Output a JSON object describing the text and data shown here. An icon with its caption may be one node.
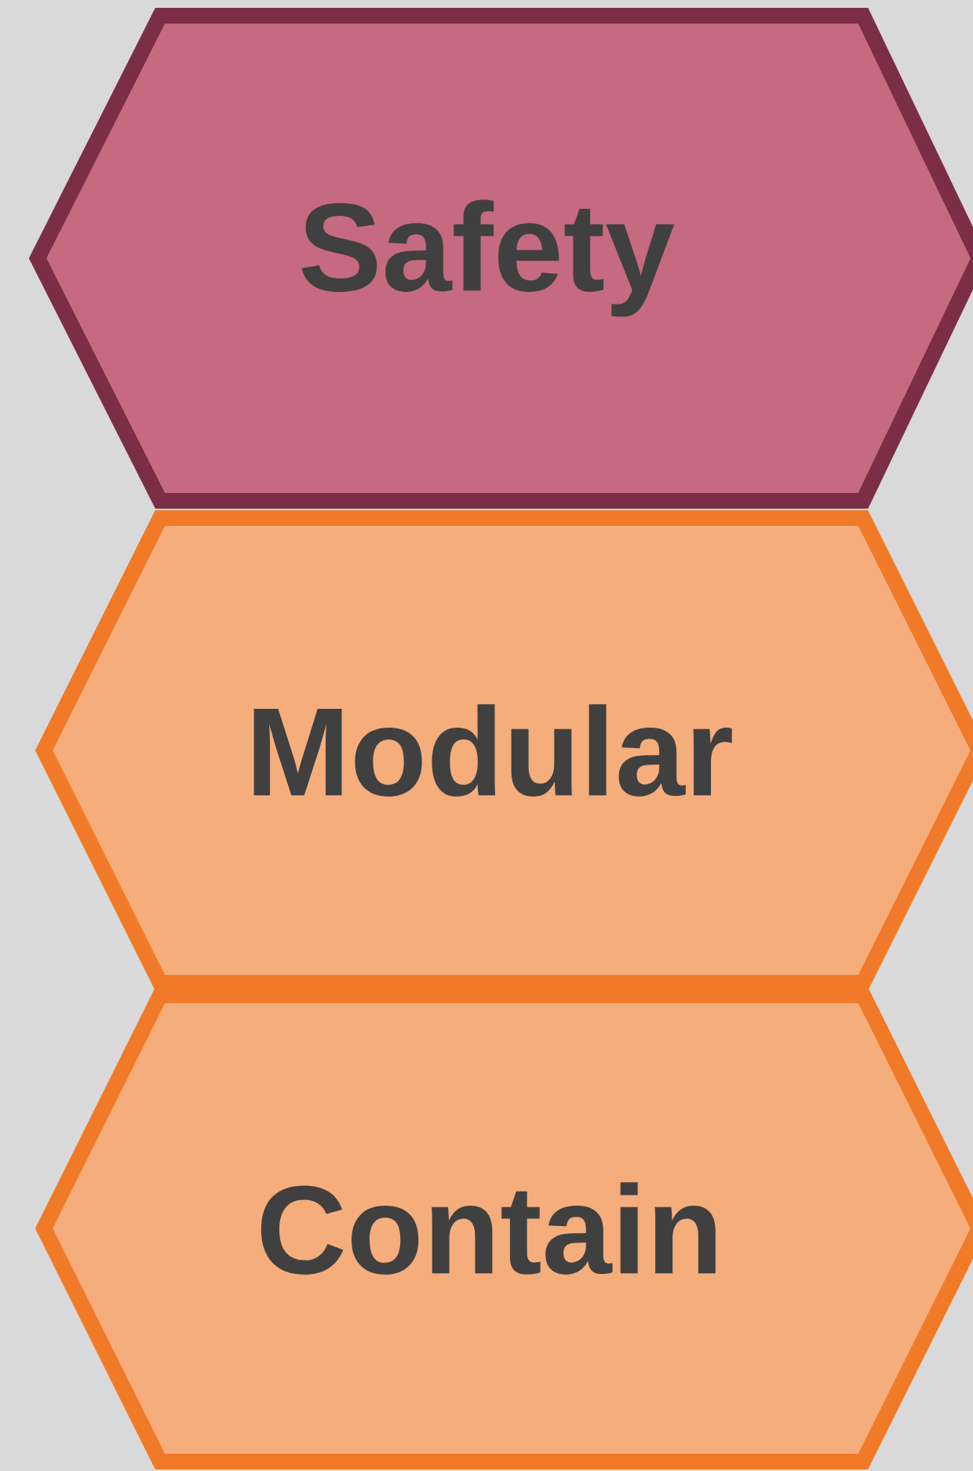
{
  "diagram": {
    "nodes": [
      {
        "text": [
          "Safety"
        ]
      },
      {
        "text": [
          "Modular"
        ]
      },
      {
        "text": [
          "Contain"
        ]
      }
    ]
  }
}
